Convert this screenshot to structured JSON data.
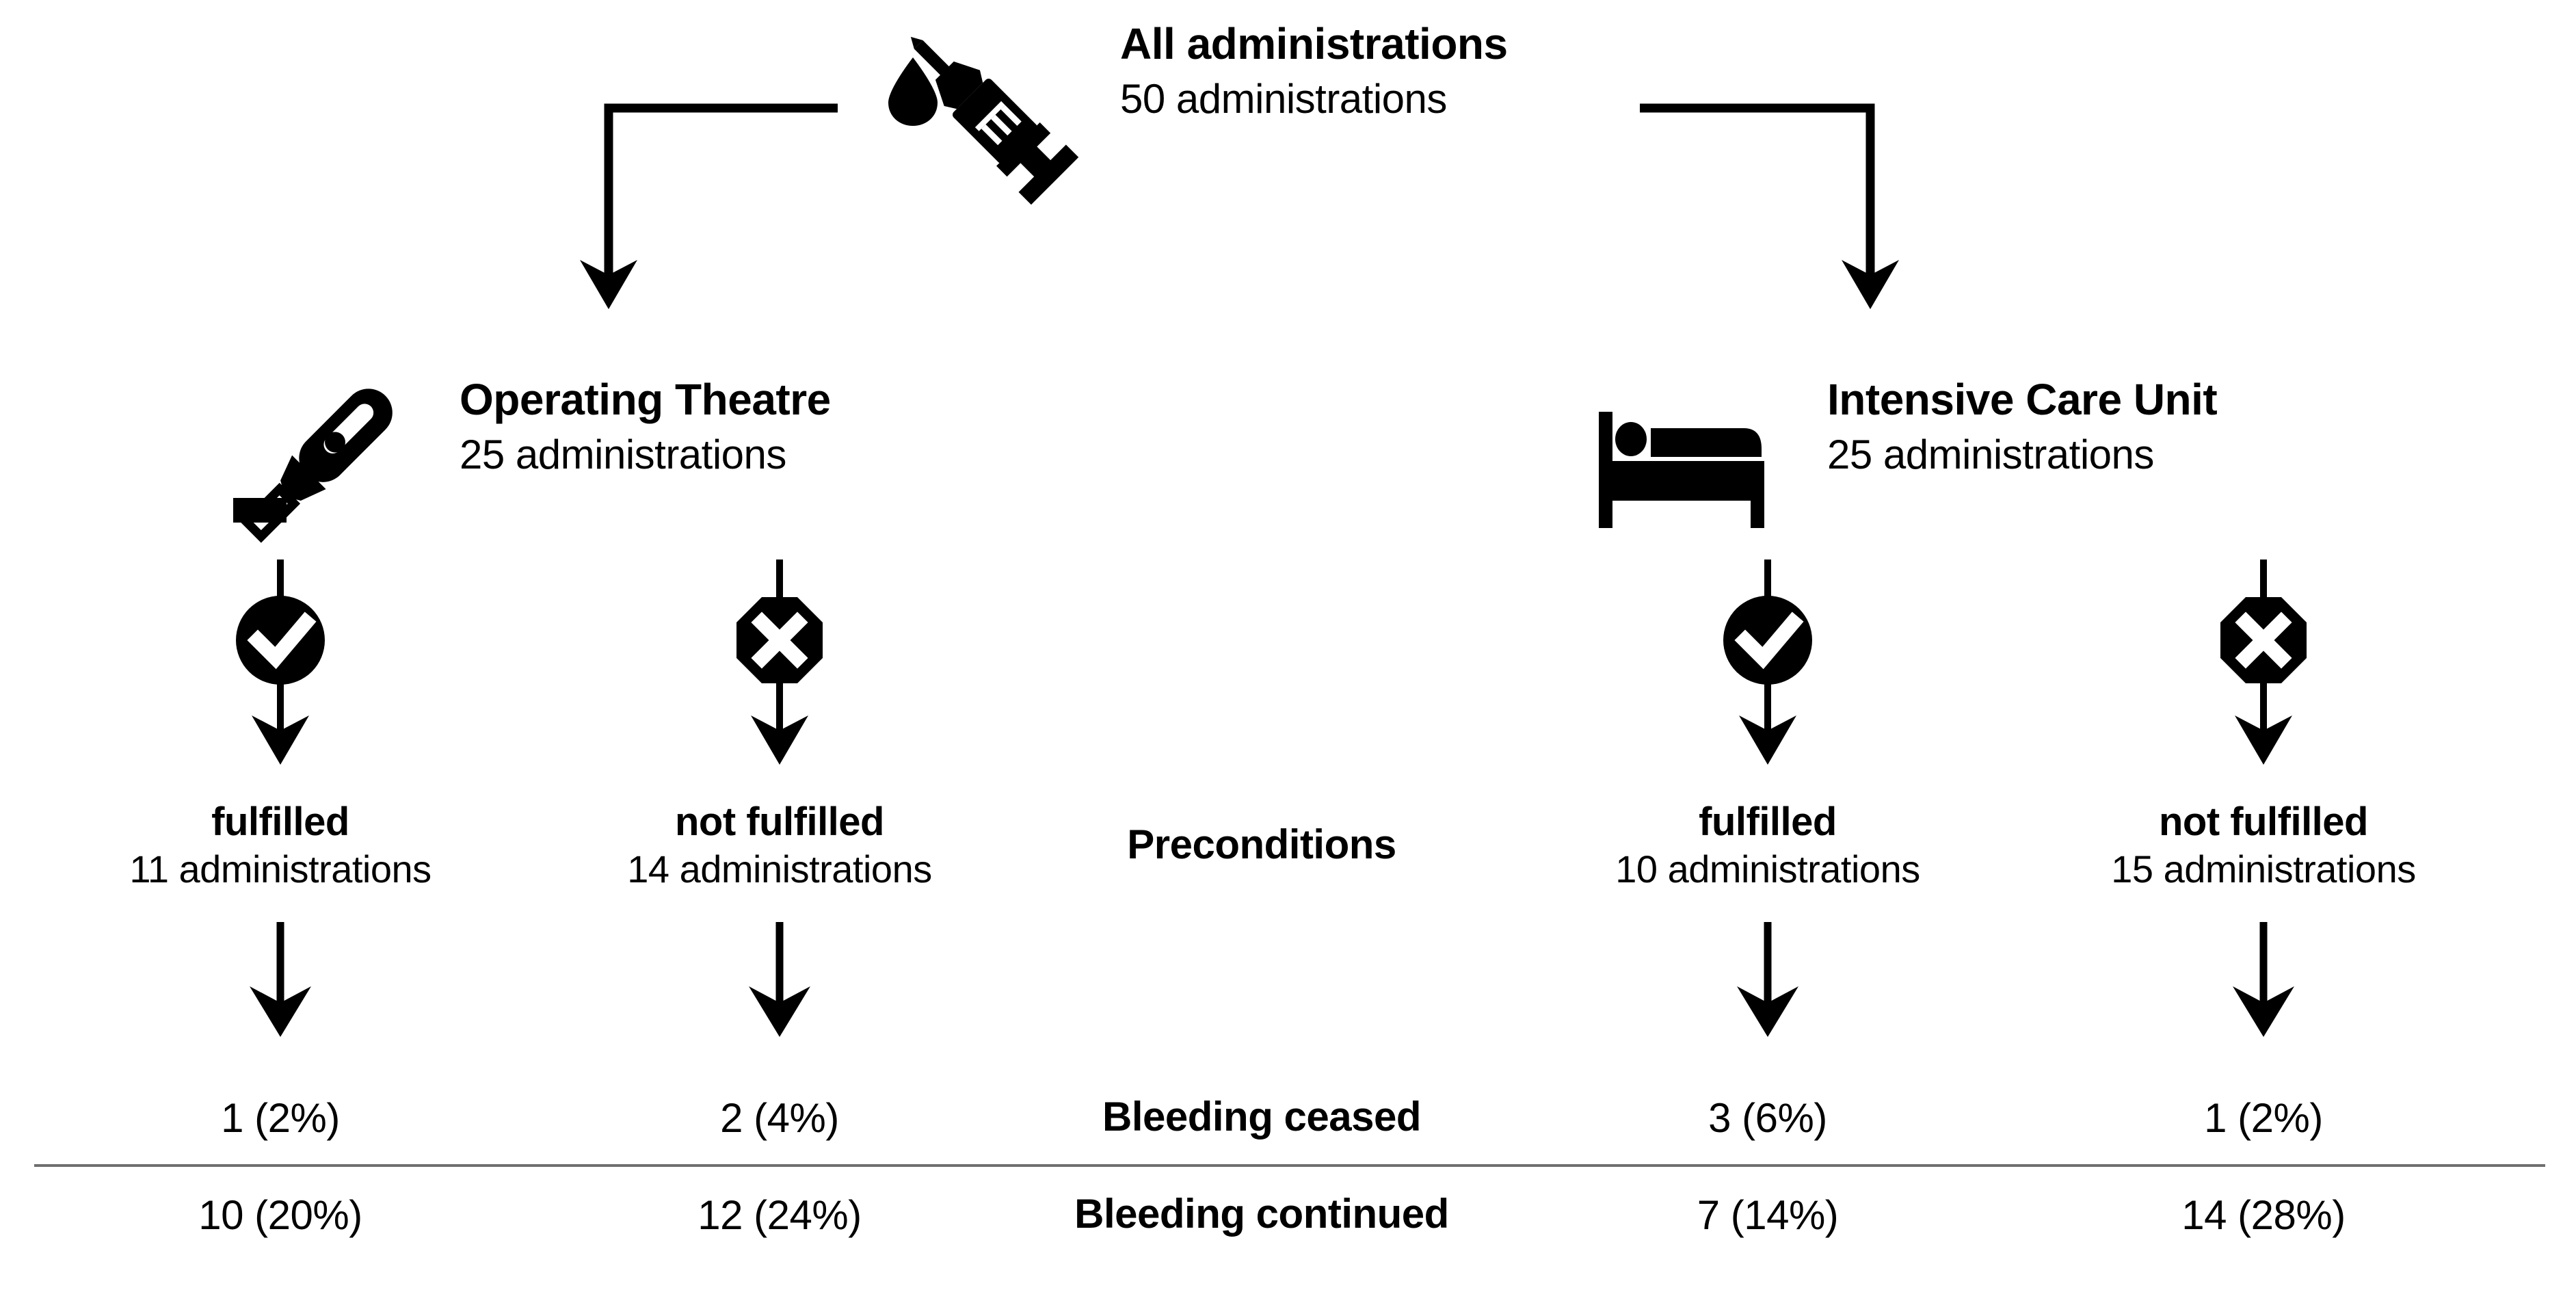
{
  "root": {
    "icon": "syringe-icon",
    "title": "All administrations",
    "subtitle": "50 administrations"
  },
  "branches": [
    {
      "icon": "scalpel-icon",
      "title": "Operating Theatre",
      "subtitle": "25 administrations",
      "columns": [
        {
          "status_icon": "check-circle-icon",
          "label": "fulfilled",
          "count": "11 administrations"
        },
        {
          "status_icon": "cross-octagon-icon",
          "label": "not fulfilled",
          "count": "14 administrations"
        }
      ]
    },
    {
      "icon": "hospital-bed-icon",
      "title": "Intensive Care Unit",
      "subtitle": "25 administrations",
      "columns": [
        {
          "status_icon": "check-circle-icon",
          "label": "fulfilled",
          "count": "10 administrations"
        },
        {
          "status_icon": "cross-octagon-icon",
          "label": "not fulfilled",
          "count": "15 administrations"
        }
      ]
    }
  ],
  "center_labels": {
    "preconditions": "Preconditions",
    "outcome_ceased": "Bleeding ceased",
    "outcome_continued": "Bleeding continued"
  },
  "outcomes": {
    "ceased": {
      "ot_fulfilled": "1 (2%)",
      "ot_not_fulfilled": "2 (4%)",
      "icu_fulfilled": "3 (6%)",
      "icu_not_fulfilled": "1 (2%)"
    },
    "continued": {
      "ot_fulfilled": "10 (20%)",
      "ot_not_fulfilled": "12 (24%)",
      "icu_fulfilled": "7 (14%)",
      "icu_not_fulfilled": "14 (28%)"
    }
  },
  "colors": {
    "ink": "#000000",
    "background": "#ffffff",
    "divider": "#6f6f6f"
  },
  "chart_data": {
    "type": "table",
    "title": "All administrations",
    "total": "50 administrations",
    "groups": [
      "Operating Theatre",
      "Intensive Care Unit"
    ],
    "group_totals": [
      "25 administrations",
      "25 administrations"
    ],
    "categories": [
      "Operating Theatre / fulfilled",
      "Operating Theatre / not fulfilled",
      "Intensive Care Unit / fulfilled",
      "Intensive Care Unit / not fulfilled"
    ],
    "category_totals": [
      "11 administrations",
      "14 administrations",
      "10 administrations",
      "15 administrations"
    ],
    "series": [
      {
        "name": "Bleeding ceased",
        "values": [
          1,
          2,
          3,
          1
        ],
        "percent": [
          2,
          4,
          6,
          2
        ],
        "labels": [
          "1 (2%)",
          "2 (4%)",
          "3 (6%)",
          "1 (2%)"
        ]
      },
      {
        "name": "Bleeding continued",
        "values": [
          10,
          12,
          7,
          14
        ],
        "percent": [
          20,
          24,
          14,
          28
        ],
        "labels": [
          "10 (20%)",
          "12 (24%)",
          "7 (14%)",
          "14 (28%)"
        ]
      }
    ],
    "precondition_label": "Preconditions"
  }
}
